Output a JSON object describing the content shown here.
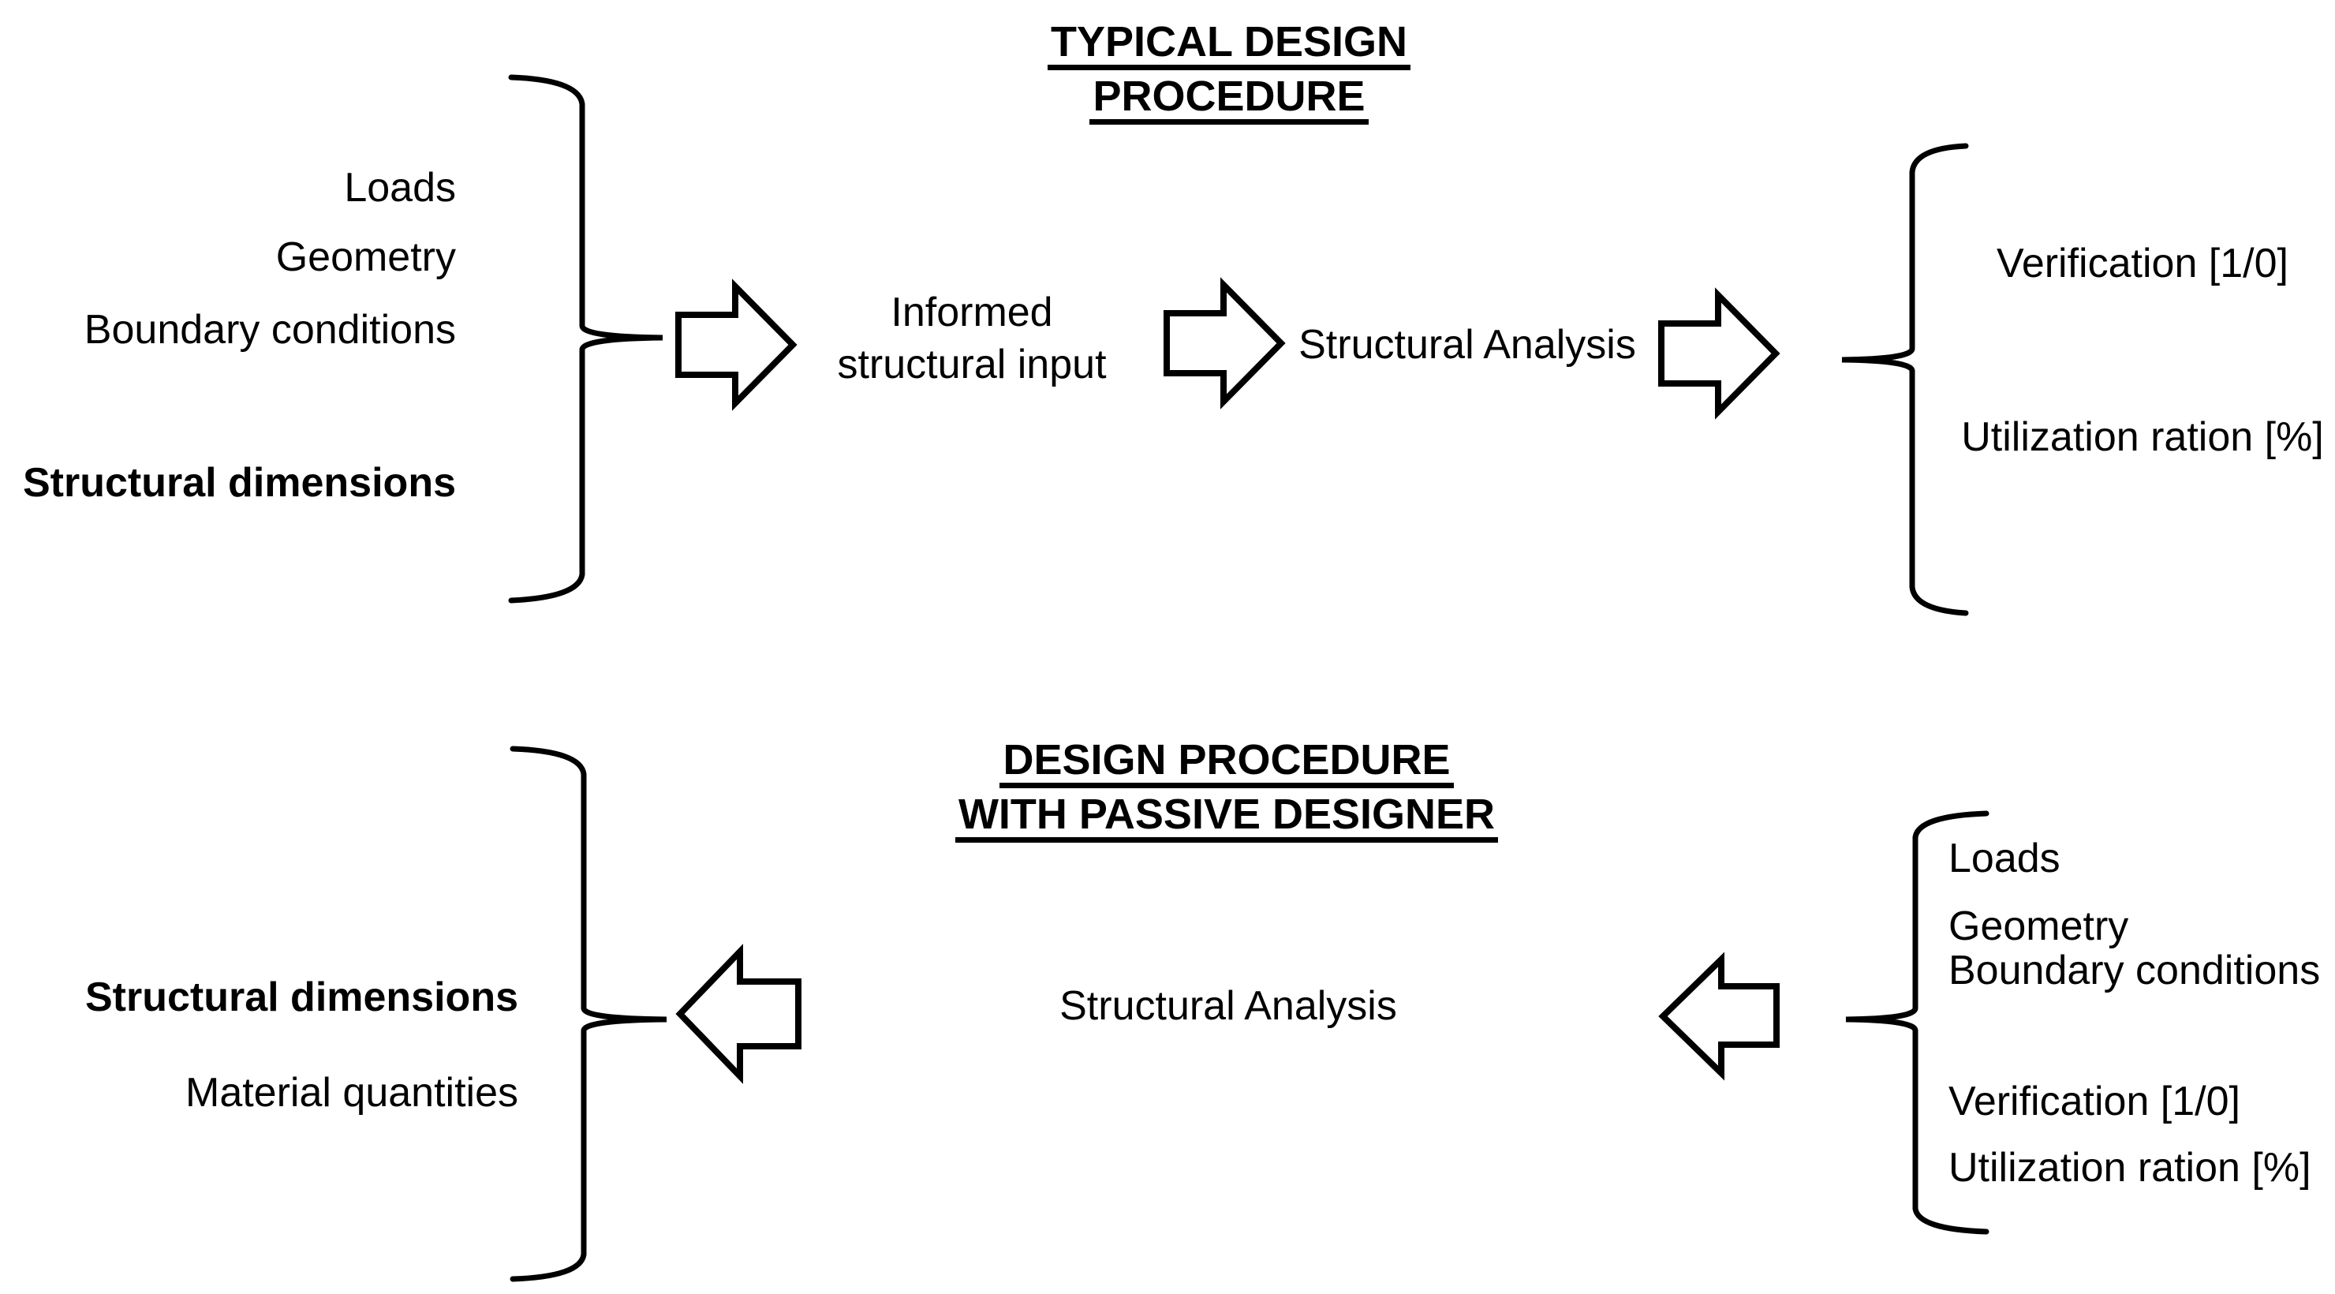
{
  "top": {
    "title": {
      "line1": "TYPICAL DESIGN",
      "line2": "PROCEDURE"
    },
    "inputs": {
      "loads": "Loads",
      "geometry": "Geometry",
      "boundary_conditions": "Boundary conditions",
      "structural_dimensions": "Structural dimensions"
    },
    "flow": {
      "informed_line1": "Informed",
      "informed_line2": "structural input",
      "analysis": "Structural Analysis"
    },
    "outputs": {
      "verification": "Verification [1/0]",
      "utilization": "Utilization ration [%]"
    }
  },
  "bottom": {
    "title": {
      "line1": "DESIGN PROCEDURE",
      "line2": "WITH PASSIVE DESIGNER"
    },
    "outputs": {
      "structural_dimensions": "Structural dimensions",
      "material_quantities": "Material quantities"
    },
    "flow": {
      "analysis": "Structural Analysis"
    },
    "inputs": {
      "loads": "Loads",
      "geometry": "Geometry",
      "boundary_conditions": "Boundary conditions",
      "verification": "Verification [1/0]",
      "utilization": "Utilization ration [%]"
    }
  },
  "colors": {
    "ink": "#000000",
    "background": "#ffffff"
  }
}
